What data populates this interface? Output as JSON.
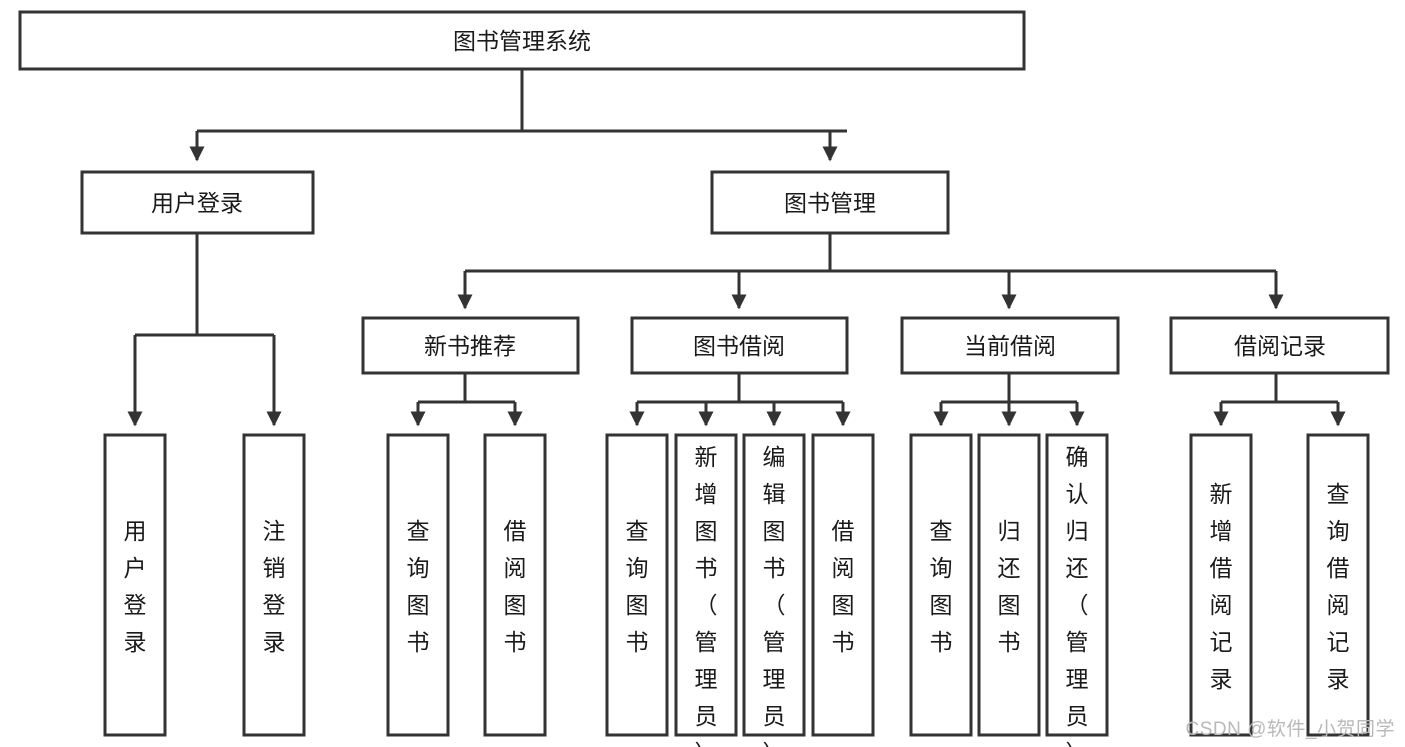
{
  "diagram": {
    "type": "tree-hierarchy",
    "title": "图书管理系统",
    "orientation": "top-down",
    "watermark": "CSDN @软件_小贺同学",
    "colors": {
      "box_fill": "#ffffff",
      "box_stroke": "#333333",
      "text": "#1a1a1a",
      "watermark": "#b9b9b9"
    },
    "root": {
      "id": "root",
      "label": "图书管理系统",
      "orient": "horizontal"
    },
    "level2": [
      {
        "id": "user-login",
        "label": "用户登录",
        "orient": "horizontal"
      },
      {
        "id": "book-management",
        "label": "图书管理",
        "orient": "horizontal"
      }
    ],
    "level3": [
      {
        "id": "new-book-recommend",
        "label": "新书推荐",
        "orient": "horizontal",
        "parent": "book-management"
      },
      {
        "id": "book-borrow",
        "label": "图书借阅",
        "orient": "horizontal",
        "parent": "book-management"
      },
      {
        "id": "current-borrow",
        "label": "当前借阅",
        "orient": "horizontal",
        "parent": "book-management"
      },
      {
        "id": "borrow-record",
        "label": "借阅记录",
        "orient": "horizontal",
        "parent": "book-management"
      }
    ],
    "leaves": [
      {
        "id": "leaf-user-login",
        "label": "用户登录",
        "orient": "vertical",
        "parent": "user-login"
      },
      {
        "id": "leaf-user-logout",
        "label": "注销登录",
        "orient": "vertical",
        "parent": "user-login"
      },
      {
        "id": "leaf-query-book-1",
        "label": "查询图书",
        "orient": "vertical",
        "parent": "new-book-recommend"
      },
      {
        "id": "leaf-borrow-book-1",
        "label": "借阅图书",
        "orient": "vertical",
        "parent": "new-book-recommend"
      },
      {
        "id": "leaf-query-book-2",
        "label": "查询图书",
        "orient": "vertical",
        "parent": "book-borrow"
      },
      {
        "id": "leaf-add-book",
        "label": "新增图书（管理员）",
        "orient": "vertical",
        "parent": "book-borrow"
      },
      {
        "id": "leaf-edit-book",
        "label": "编辑图书（管理员）",
        "orient": "vertical",
        "parent": "book-borrow"
      },
      {
        "id": "leaf-borrow-book-2",
        "label": "借阅图书",
        "orient": "vertical",
        "parent": "book-borrow"
      },
      {
        "id": "leaf-query-book-3",
        "label": "查询图书",
        "orient": "vertical",
        "parent": "current-borrow"
      },
      {
        "id": "leaf-return-book",
        "label": "归还图书",
        "orient": "vertical",
        "parent": "current-borrow"
      },
      {
        "id": "leaf-confirm-return",
        "label": "确认归还（管理员）",
        "orient": "vertical",
        "parent": "current-borrow"
      },
      {
        "id": "leaf-add-record",
        "label": "新增借阅记录",
        "orient": "vertical",
        "parent": "borrow-record"
      },
      {
        "id": "leaf-query-record",
        "label": "查询借阅记录",
        "orient": "vertical",
        "parent": "borrow-record"
      }
    ]
  }
}
